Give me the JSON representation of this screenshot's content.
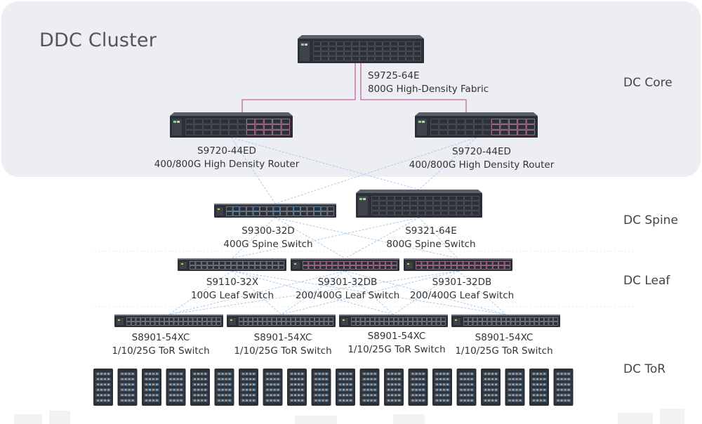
{
  "cluster": {
    "title": "DDC Cluster"
  },
  "tiers": {
    "core": "DC Core",
    "spine": "DC Spine",
    "leaf": "DC Leaf",
    "tor": "DC ToR"
  },
  "devices": {
    "fabric": {
      "model": "S9725-64E",
      "desc": "800G High-Density Fabric"
    },
    "router_left": {
      "model": "S9720-44ED",
      "desc": "400/800G High Density Router"
    },
    "router_right": {
      "model": "S9720-44ED",
      "desc": "400/800G High Density Router"
    },
    "spine_left": {
      "model": "S9300-32D",
      "desc": "400G Spine Switch"
    },
    "spine_right": {
      "model": "S9321-64E",
      "desc": "800G Spine Switch"
    },
    "leaf_1": {
      "model": "S9110-32X",
      "desc": "100G Leaf Switch"
    },
    "leaf_2": {
      "model": "S9301-32DB",
      "desc": "200/400G Leaf Switch"
    },
    "leaf_3": {
      "model": "S9301-32DB",
      "desc": "200/400G Leaf Switch"
    },
    "tor_1": {
      "model": "S8901-54XC",
      "desc": "1/10/25G ToR Switch"
    },
    "tor_2": {
      "model": "S8901-54XC",
      "desc": "1/10/25G ToR Switch"
    },
    "tor_3": {
      "model": "S8901-54XC",
      "desc": "1/10/25G ToR Switch"
    },
    "tor_4": {
      "model": "S8901-54XC",
      "desc": "1/10/25G ToR Switch"
    }
  },
  "colors": {
    "cluster_bg": "#eceef3",
    "uplink": "#c06a9c",
    "mesh": "#aecbe6",
    "device_body": "#2b2f36",
    "port": "#50555e",
    "port_accent_pink": "#c87aa8",
    "port_accent_blue": "#6aa7d8"
  },
  "servers": {
    "count": 20
  }
}
